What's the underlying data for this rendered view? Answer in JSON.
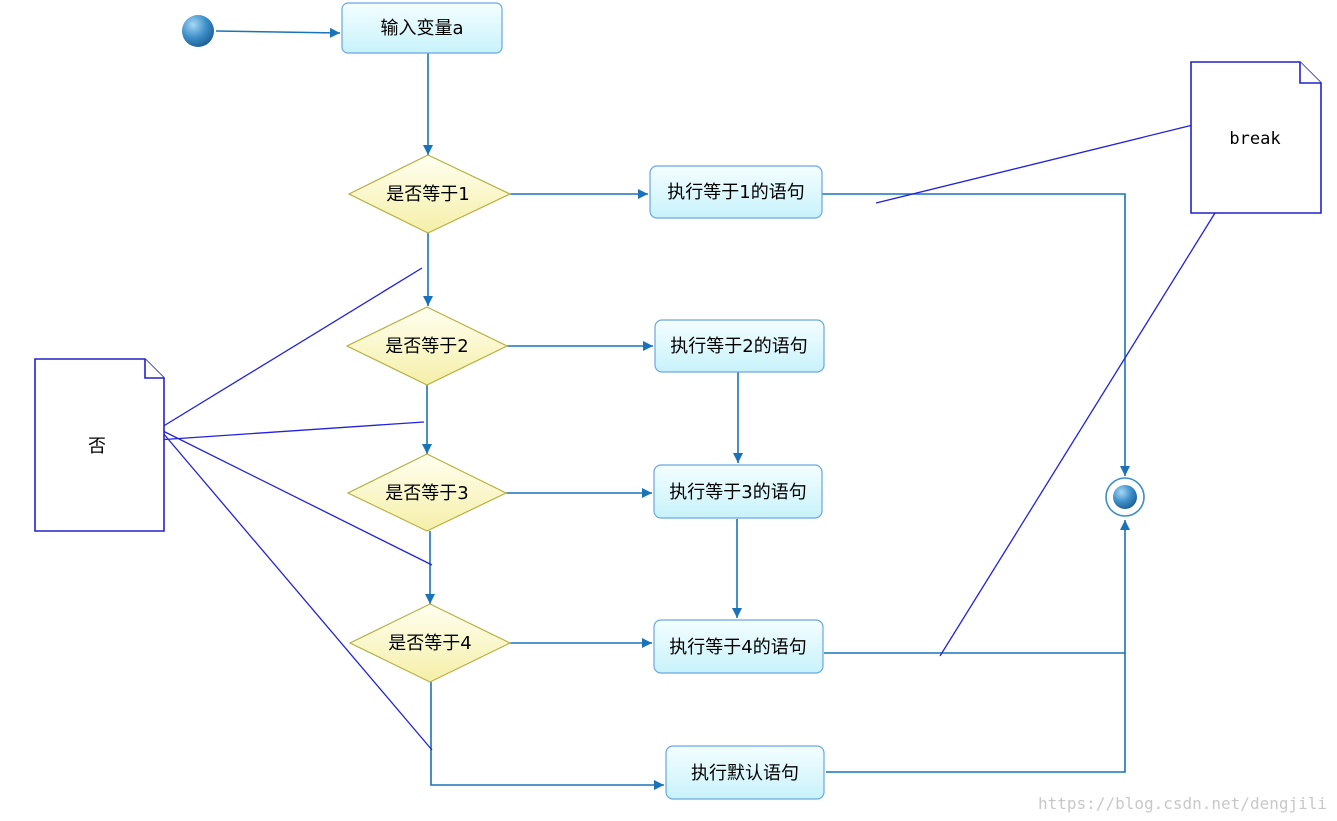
{
  "nodes": {
    "input": "输入变量a",
    "decision1": "是否等于1",
    "decision2": "是否等于2",
    "decision3": "是否等于3",
    "decision4": "是否等于4",
    "action1": "执行等于1的语句",
    "action2": "执行等于2的语句",
    "action3": "执行等于3的语句",
    "action4": "执行等于4的语句",
    "default": "执行默认语句"
  },
  "notes": {
    "no": "否",
    "break": "break"
  },
  "watermark": "https://blog.csdn.net/dengjili",
  "colors": {
    "flow_line": "#1a73b8",
    "annotation_line": "#2222dd",
    "action_fill": "#e6fbff",
    "decision_fill": "#fdfbc8"
  }
}
